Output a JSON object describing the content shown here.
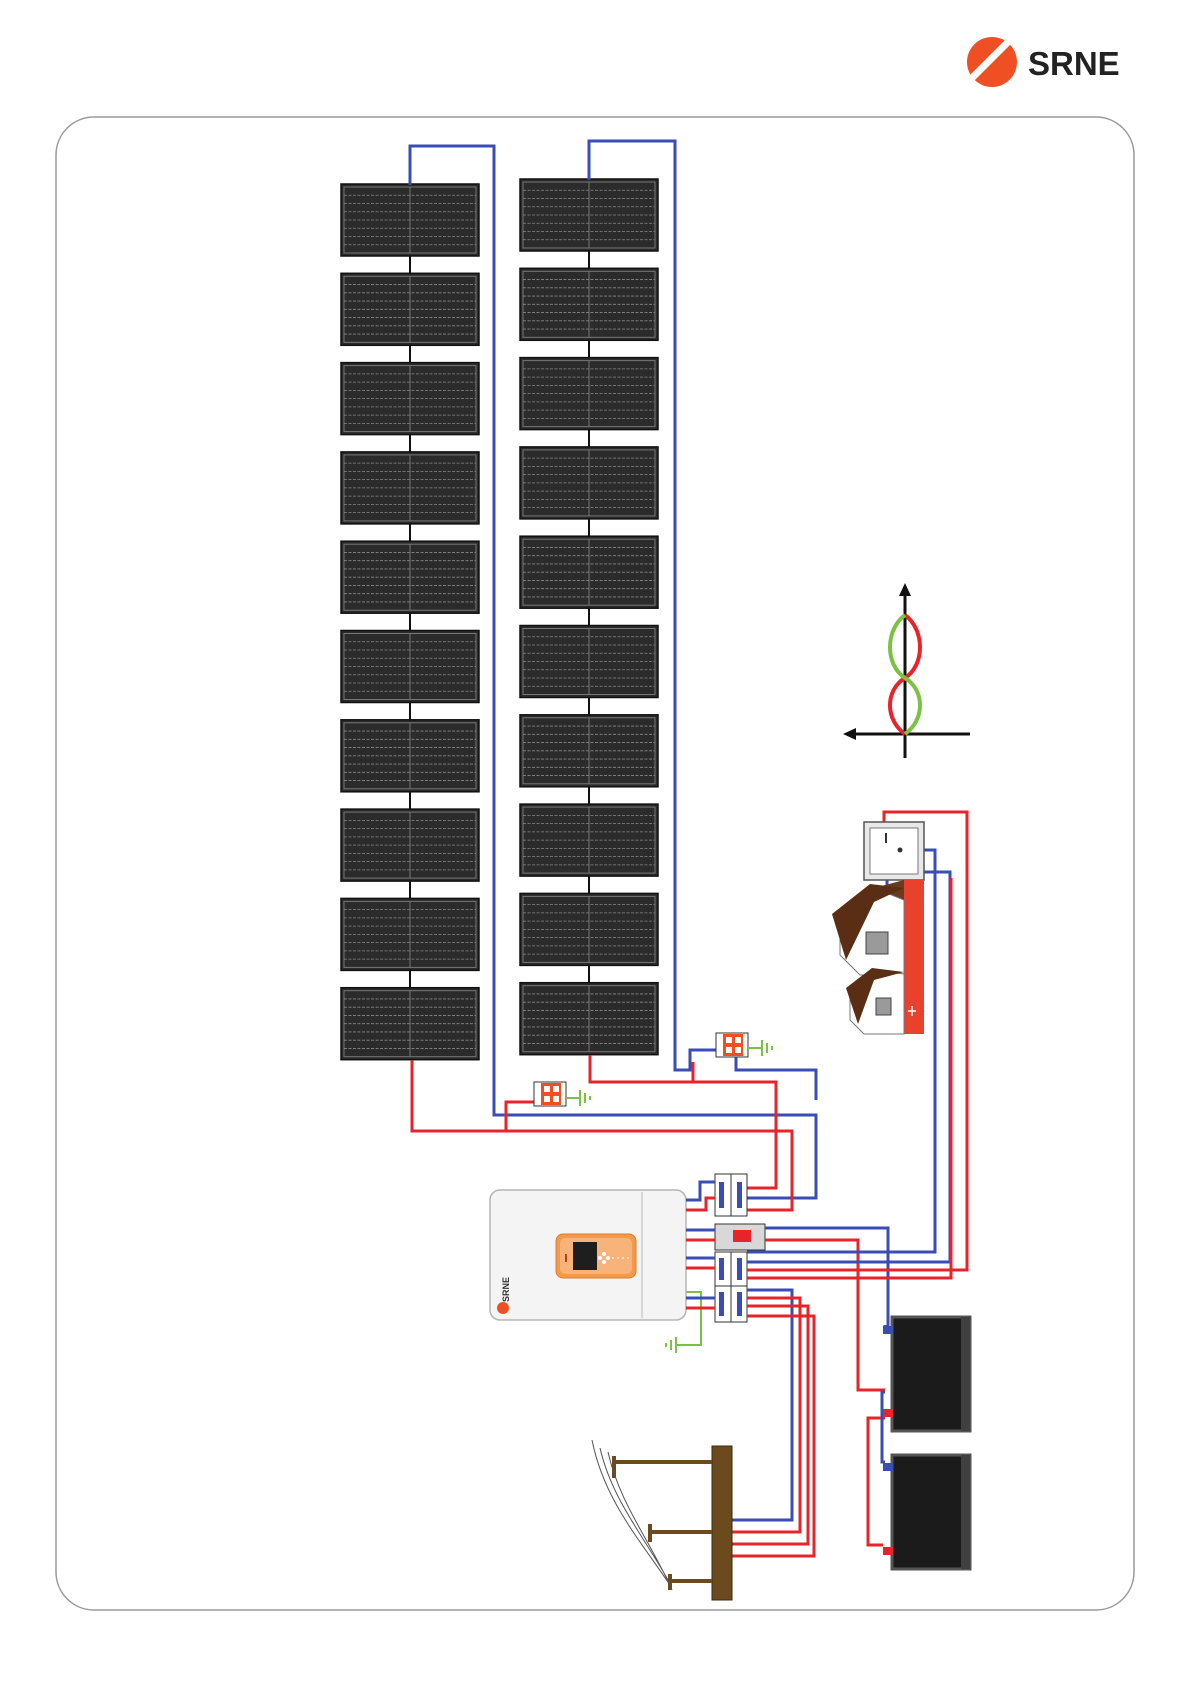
{
  "brand": {
    "name": "SRNE",
    "logo_color": "#f04e23"
  },
  "inverter": {
    "brand_label": "SRNE"
  },
  "colors": {
    "dc_negative": "#3a4db5",
    "positive": "#e8232a",
    "ground": "#7cc242",
    "frame_border": "#9a9a9a",
    "panel_fill": "#2b2b2b",
    "pole_wood": "#6b4a1e",
    "spd_orange": "#f04e23"
  },
  "diagram": {
    "pv_strings": 2,
    "panels_per_string": 10,
    "batteries": 2,
    "icons": [
      "solar-panel-icon",
      "surge-protector-icon",
      "ground-icon",
      "inverter-icon",
      "breaker-icon",
      "battery-icon",
      "house-icon",
      "utility-pole-icon",
      "ac-sine-wave-icon"
    ]
  }
}
